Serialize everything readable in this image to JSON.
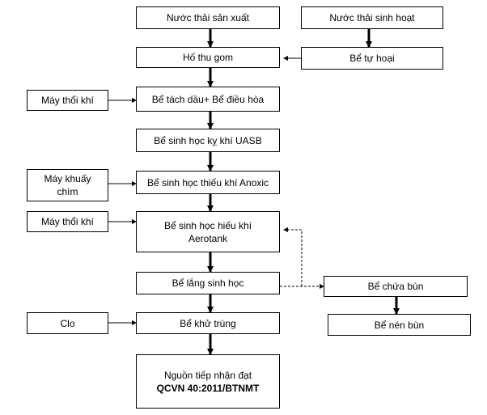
{
  "nodes": {
    "nuoc_thai_san_xuat": "Nước thải sản xuất",
    "nuoc_thai_sinh_hoat": "Nước thải sinh hoạt",
    "ho_thu_gom": "Hố thu gom",
    "be_tu_hoai": "Bể tự hoại",
    "may_thoi_khi_1": "Máy thổi khí",
    "be_tach_dau": "Bể tách dầu+ Bể điều hòa",
    "be_uasb": "Bể sinh học kỵ khí UASB",
    "may_khuay_chim_line1": "Máy khuấy",
    "may_khuay_chim_line2": "chìm",
    "be_anoxic": "Bể sinh học thiếu khí Anoxic",
    "may_thoi_khi_2": "Máy thổi khí",
    "be_aerotank_line1": "Bể sinh học hiếu khí",
    "be_aerotank_line2": "Aerotank",
    "be_lang": "Bể lắng sinh học",
    "be_chua_bun": "Bể chứa bùn",
    "be_nen_bun": "Bể nén bùn",
    "clo": "Clo",
    "be_khu_trung": "Bể khử trùng",
    "nguon_tiep_nhan_line1": "Nguồn tiếp nhận đạt",
    "nguon_tiep_nhan_line2": "QCVN 40:2011/BTNMT"
  }
}
